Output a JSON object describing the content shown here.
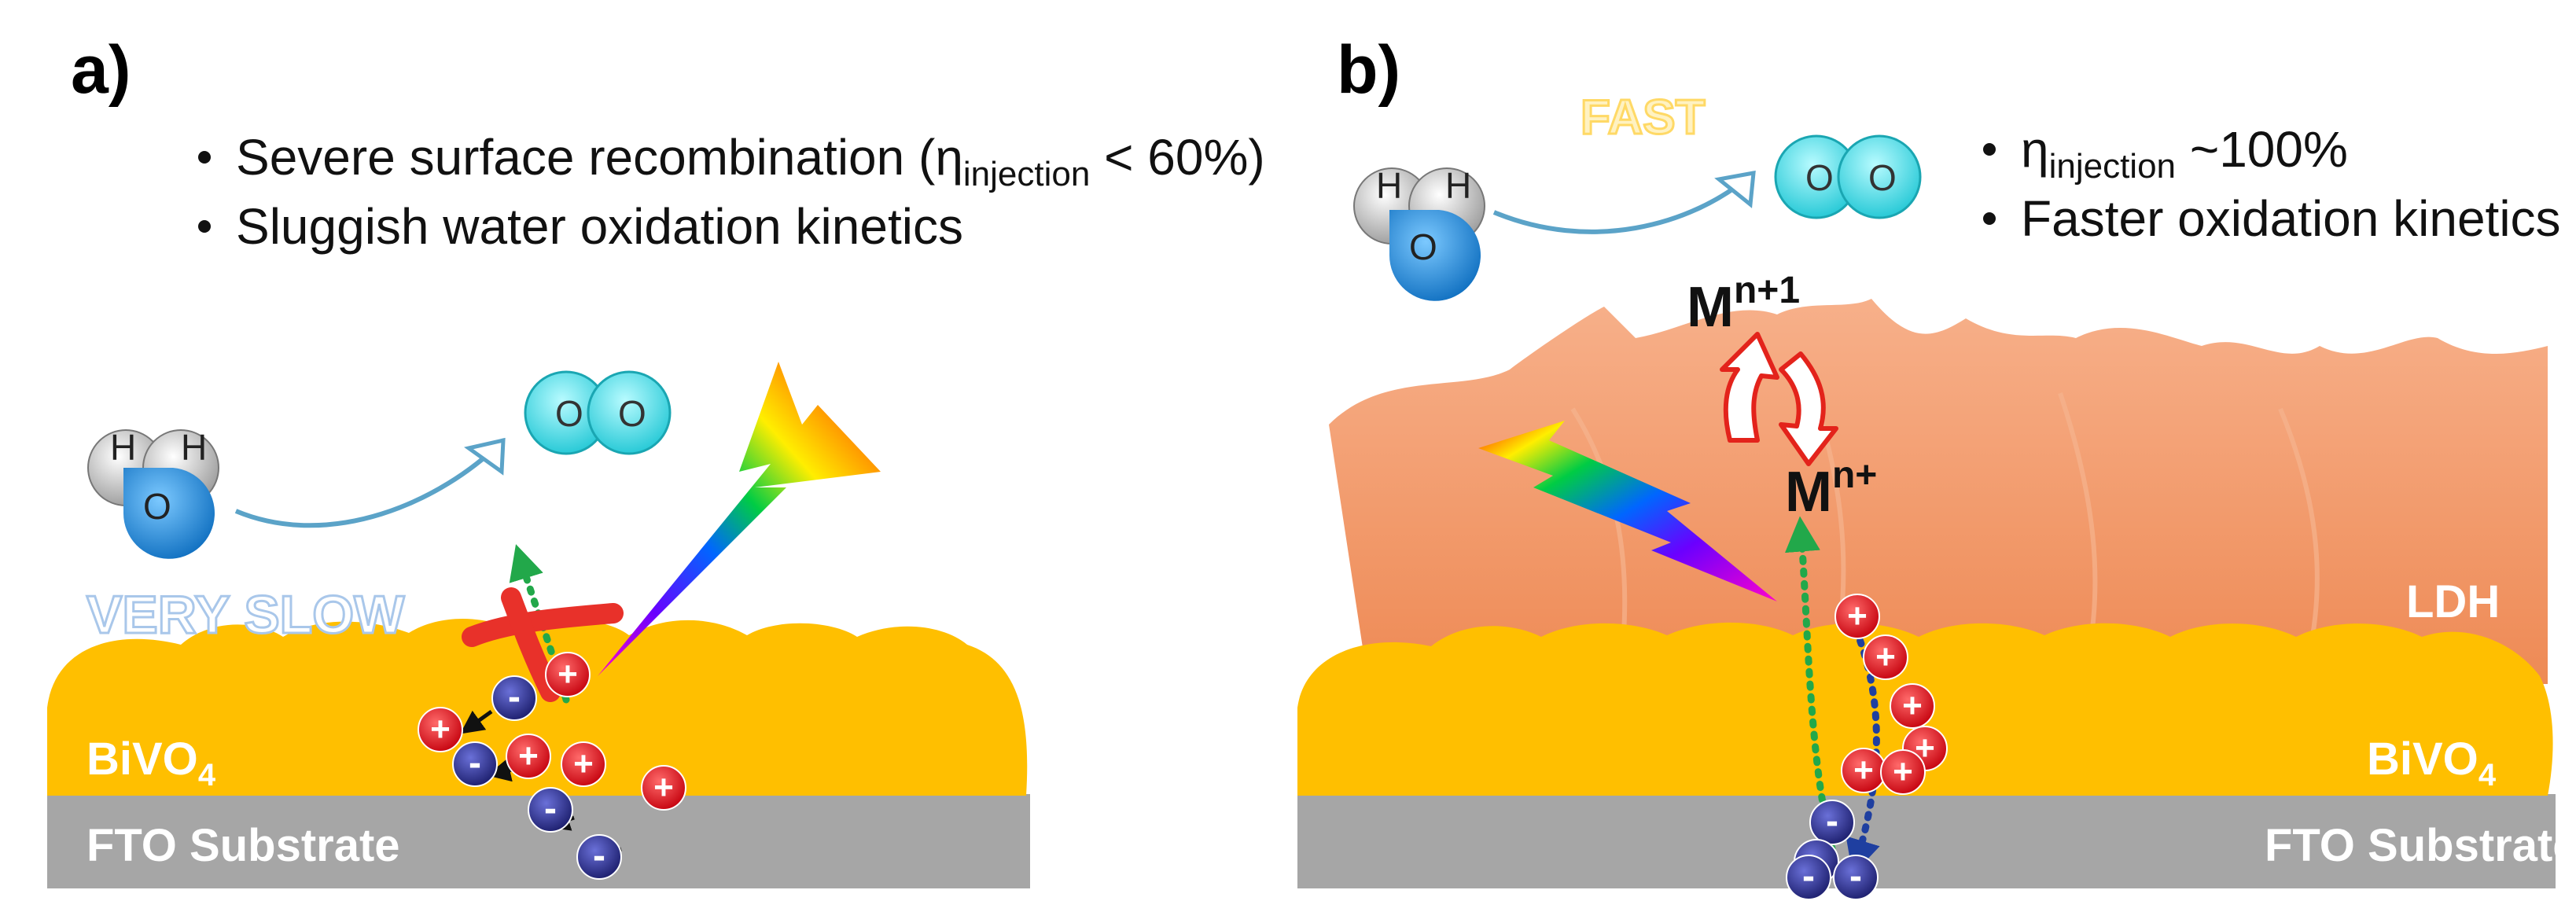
{
  "panel_a": {
    "label": "a)",
    "bullet_1_main": "Severe surface recombination (η",
    "bullet_1_sub": "injection",
    "bullet_1_tail": " < 60%)",
    "bullet_2": "Sluggish water oxidation kinetics",
    "speed_label": "VERY SLOW",
    "layer_bivo4_main": "BiVO",
    "layer_bivo4_sub": "4",
    "layer_fto": "FTO Substrate"
  },
  "panel_b": {
    "label": "b)",
    "speed_label": "FAST",
    "bullet_1_eta": "η",
    "bullet_1_sub": "injection",
    "bullet_1_tail": " ~100%",
    "bullet_2": "Faster oxidation kinetics",
    "redox_upper_main": "M",
    "redox_upper_sup": "n+1",
    "redox_lower_main": "M",
    "redox_lower_sup": "n+",
    "layer_ldh": "LDH",
    "layer_bivo4_main": "BiVO",
    "layer_bivo4_sub": "4",
    "layer_fto": "FTO Substrate"
  },
  "water": {
    "h": "H",
    "o": "O"
  },
  "oxygen": {
    "o": "O"
  },
  "charges": {
    "hole": "+",
    "electron": "-"
  },
  "colors": {
    "bivo4": "#FFBF00",
    "fto": "#A6A6A6",
    "ldh": "#F2A071",
    "hole": "#E30613",
    "electron": "#2B2E8C",
    "oxygen": "#3EE0E8",
    "water_o": "#1E90D8",
    "speed_slow": "#A9C7EA",
    "speed_fast": "#FFD966",
    "cross": "#E8312A",
    "hole_path": "#22A84A",
    "electron_path": "#1F3FA0",
    "redox_arrow": "#E3231B"
  }
}
